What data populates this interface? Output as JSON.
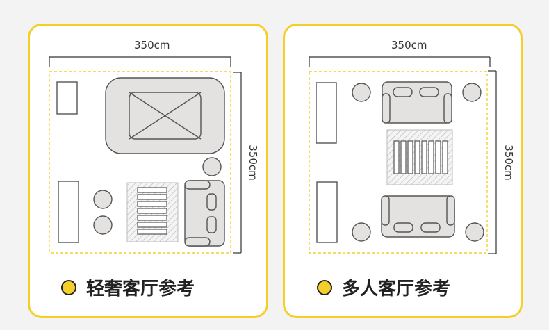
{
  "panels": [
    {
      "width_label": "350cm",
      "height_label": "350cm",
      "caption": "轻奢客厅参考"
    },
    {
      "width_label": "350cm",
      "height_label": "350cm",
      "caption": "多人客厅参考"
    }
  ],
  "colors": {
    "accent": "#f4cf2a",
    "furniture_fill": "#e4e1e1",
    "outline": "#555555"
  }
}
